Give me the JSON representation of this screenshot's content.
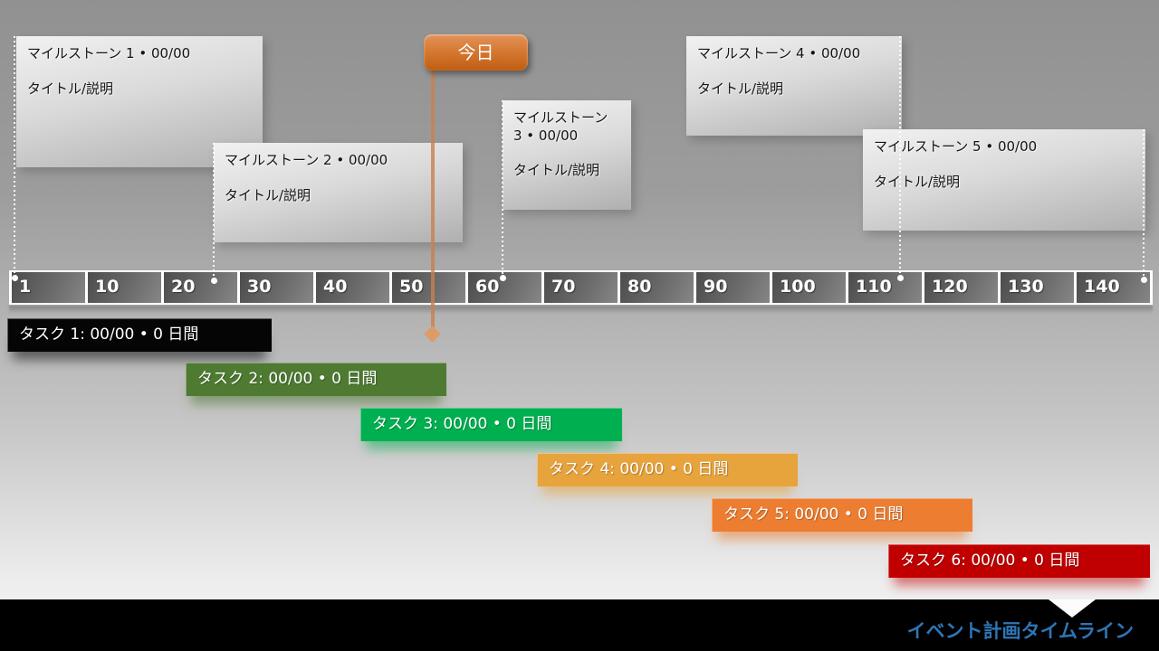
{
  "slide": {
    "title": "イベント計画タイムライン",
    "title_color": "#2E75B6"
  },
  "today": {
    "label": "今日",
    "color": "#C05E12",
    "line_color": "#CB7F4D"
  },
  "timeline": {
    "ticks": [
      "1",
      "10",
      "20",
      "30",
      "40",
      "50",
      "60",
      "70",
      "80",
      "90",
      "100",
      "110",
      "120",
      "130",
      "140"
    ]
  },
  "milestones": [
    {
      "title": "マイルストーン 1 • 00/00",
      "description": "タイトル/説明"
    },
    {
      "title": "マイルストーン 2 • 00/00",
      "description": "タイトル/説明"
    },
    {
      "title": "マイルストーン 3 • 00/00",
      "description": "タイトル/説明"
    },
    {
      "title": "マイルストーン 4 • 00/00",
      "description": "タイトル/説明"
    },
    {
      "title": "マイルストーン 5 • 00/00",
      "description": "タイトル/説明"
    }
  ],
  "tasks": [
    {
      "label": "タスク 1: 00/00 • 0 日間",
      "color": "#050505",
      "shadow": "0 15px 12px -6px rgba(0,0,0,0.5)"
    },
    {
      "label": "タスク 2: 00/00 • 0 日間",
      "color": "#4E7A32",
      "shadow": "0 15px 12px -6px rgba(78,122,50,0.55)"
    },
    {
      "label": "タスク 3: 00/00 • 0 日間",
      "color": "#00AF50",
      "shadow": "0 15px 12px -6px rgba(0,175,80,0.5)"
    },
    {
      "label": "タスク 4: 00/00 • 0 日間",
      "color": "#E7A33C",
      "shadow": "0 15px 12px -6px rgba(231,163,60,0.55)"
    },
    {
      "label": "タスク 5: 00/00 • 0 日間",
      "color": "#ED7D31",
      "shadow": "0 15px 12px -6px rgba(237,125,49,0.55)"
    },
    {
      "label": "タスク 6: 00/00 • 0 日間",
      "color": "#C00000",
      "shadow": "0 15px 12px -6px rgba(192,0,0,0.5)"
    }
  ]
}
